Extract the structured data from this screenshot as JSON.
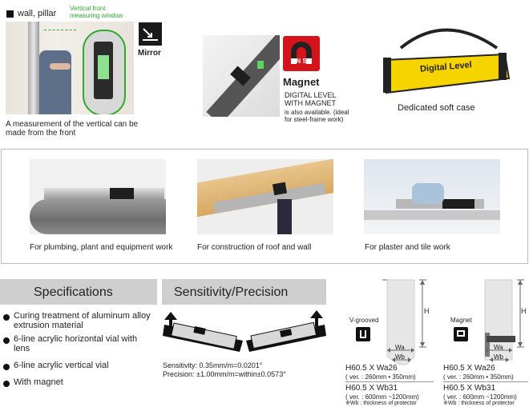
{
  "top": {
    "wall_label": "wall, pillar",
    "vertical_window": "Vertical front measuring window",
    "mirror": "Mirror",
    "caption": "A measurement of the vertical can be made from the front",
    "magnet_title": "Magnet",
    "magnet_icon_text": "N S",
    "magnet_desc": "DIGITAL LEVEL WITH MAGNET",
    "magnet_desc2": "is also available. (ideal for steel-frame work)",
    "case_label": "Digital Level",
    "case_caption": "Dedicated soft case"
  },
  "uses": [
    {
      "caption": "For plumbing, plant and equipment work"
    },
    {
      "caption": "For construction of roof and wall"
    },
    {
      "caption": "For plaster and tile work"
    }
  ],
  "specs": {
    "title": "Specifications",
    "items": [
      "Curing treatment of aluminum alloy extrusion material",
      "6-line acrylic horizontal vial with lens",
      "6-line acrylic vertical vial",
      "With magnet"
    ]
  },
  "sensitivity": {
    "title": "Sensitivity/Precision",
    "line1": "Sensitivity: 0.35mm/m=0.0201°",
    "line2": "Precision: ±1.00mm/m=within±0.0573°"
  },
  "dims": {
    "vgroove_label": "V-grooved",
    "magnet_label": "Magnet",
    "h": "H",
    "wa": "Wa",
    "wb": "Wb",
    "left": {
      "l1": "H60.5 X Wa26",
      "l2": "( ver. : 260mm • 350mm)",
      "l3": "H60.5 X Wb31",
      "l4": "( ver. : 600mm ~1200mm)",
      "note": "※Wb : thickness of protector"
    },
    "right": {
      "l1": "H60.5 X Wa26",
      "l2": "( ver. : 260mm • 350mm)",
      "l3": "H60.5 X Wb31",
      "l4": "( ver. : 600mm ~1200mm)",
      "note": "※Wb : thickness of protector"
    }
  }
}
